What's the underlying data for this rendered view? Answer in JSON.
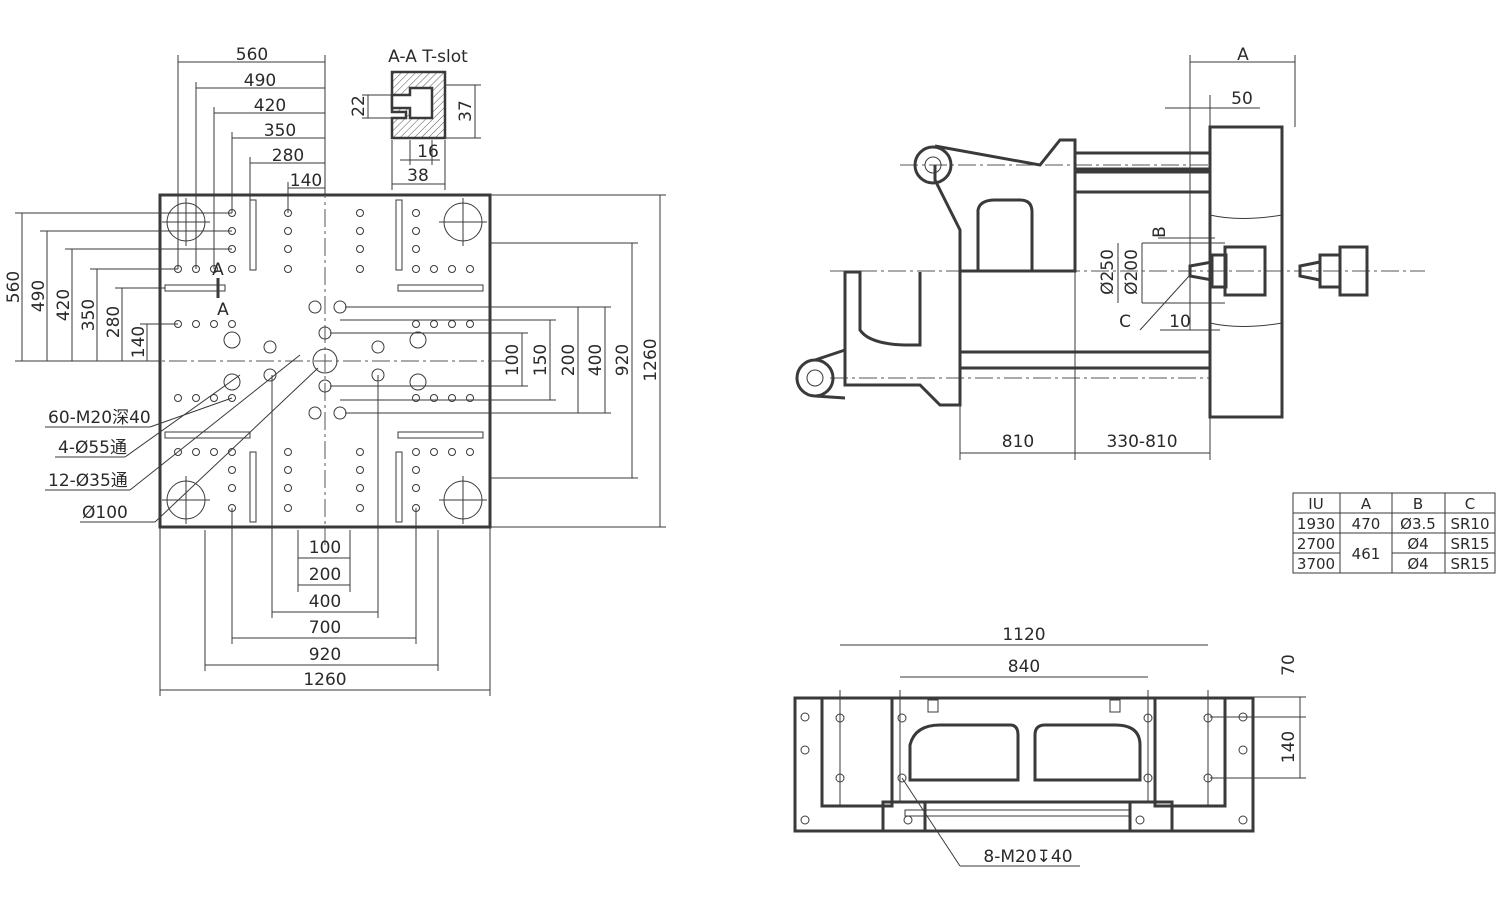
{
  "platen_dims": {
    "top": [
      "560",
      "490",
      "420",
      "350",
      "280",
      "140"
    ],
    "left": [
      "560",
      "490",
      "420",
      "350",
      "280",
      "140"
    ],
    "bottom": [
      "100",
      "200",
      "400",
      "700",
      "920",
      "1260"
    ],
    "right": [
      "100",
      "150",
      "200",
      "400",
      "920",
      "1260"
    ]
  },
  "platen_labels": {
    "section_mark": "A",
    "callouts": [
      "60-M20深40",
      "4-Ø55通",
      "12-Ø35通",
      "Ø100"
    ]
  },
  "tslot": {
    "title": "A-A T-slot",
    "dims": [
      "22",
      "37",
      "16",
      "38"
    ]
  },
  "side_view": {
    "dims": [
      "A",
      "50",
      "B",
      "Ø250",
      "Ø200",
      "C",
      "10",
      "810",
      "330-810"
    ]
  },
  "spec_table": {
    "headers": [
      "IU",
      "A",
      "B",
      "C"
    ],
    "rows": [
      [
        "1930",
        "470",
        "Ø3.5",
        "SR10"
      ],
      [
        "2700",
        "461",
        "Ø4",
        "SR15"
      ],
      [
        "3700",
        "",
        "Ø4",
        "SR15"
      ]
    ]
  },
  "bottom_view": {
    "dims": [
      "1120",
      "840",
      "70",
      "140"
    ],
    "callout": "8-M20↧40"
  },
  "icons": [
    "counterbore-depth-icon"
  ]
}
